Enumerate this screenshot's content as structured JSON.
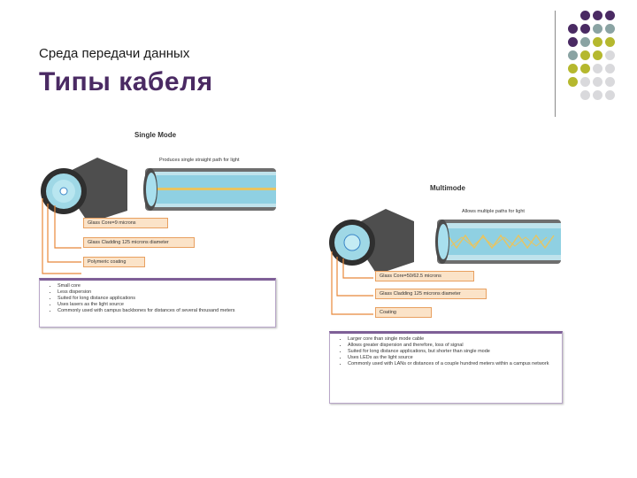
{
  "slide": {
    "subtitle": "Среда передачи данных",
    "title": "Типы кабеля"
  },
  "decor": {
    "dot_colors": [
      "#4a2a63",
      "#8aa3a3",
      "#b5b82e",
      "#d9d9dc"
    ]
  },
  "single_mode": {
    "title": "Single Mode",
    "caption": "Produces single straight path for light",
    "labels": [
      "Glass Core=9 microns",
      "Glass Cladding 125 microns diameter",
      "Polymeric coating"
    ],
    "bullets": [
      "Small core",
      "Less dispersion",
      "Suited for long distance applications",
      "Uses lasers as the light source",
      "Commonly used with campus backbones for distances of several thousand meters"
    ]
  },
  "multimode": {
    "title": "Multimode",
    "caption": "Allows multiple paths for light",
    "labels": [
      "Glass Core=50/62.5 microns",
      "Glass Cladding 125 microns diameter",
      "Coating"
    ],
    "bullets": [
      "Larger core than single mode cable",
      "Allows greater dispersion and therefore, loss of signal",
      "Suited for long distance applications, but shorter than single mode",
      "Uses LEDs as the light source",
      "Commonly used with LANs or distances of a couple hundred meters within a campus network"
    ]
  }
}
